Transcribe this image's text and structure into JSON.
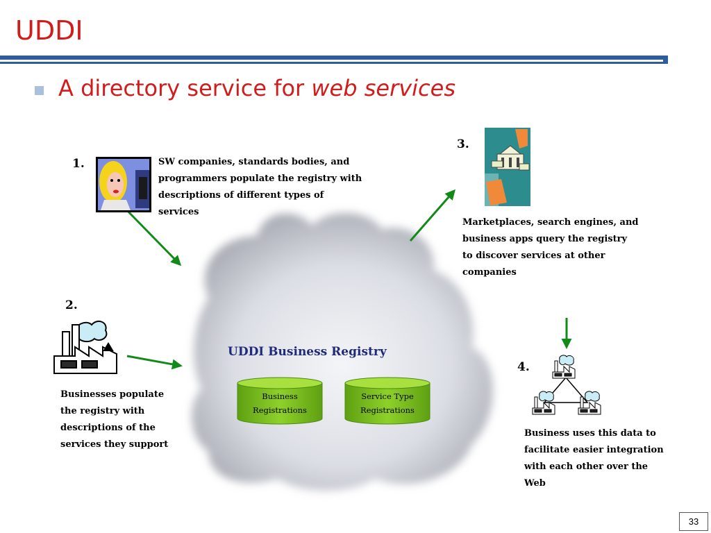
{
  "title": "UDDI",
  "bullet": {
    "prefix": "A directory service for ",
    "emphasis": "web services"
  },
  "steps": [
    {
      "number": "1.",
      "caption": [
        "SW companies, standards bodies, and",
        "programmers populate the registry with",
        "descriptions of different types of",
        "services"
      ]
    },
    {
      "number": "2.",
      "caption": [
        "Businesses populate",
        "the registry with",
        "descriptions of the",
        "services they support"
      ]
    },
    {
      "number": "3.",
      "caption": [
        "Marketplaces, search engines, and",
        "business apps query the registry",
        "to discover services at other",
        "companies"
      ]
    },
    {
      "number": "4.",
      "caption": [
        "Business uses this data to",
        "facilitate easier integration",
        "with each other over the",
        "Web"
      ]
    }
  ],
  "registry": {
    "title": "UDDI Business Registry",
    "databases": [
      {
        "line1": "Business",
        "line2": "Registrations"
      },
      {
        "line1": "Service Type",
        "line2": "Registrations"
      }
    ]
  },
  "icons": {
    "step1": "woman-at-computer-icon",
    "step2": "factory-icon",
    "step3": "hands-exchanging-money-icon",
    "step4": "factory-network-icon"
  },
  "colors": {
    "title": "#d21c1c",
    "rule": "#2f5d9c",
    "arrow": "#118a1a",
    "database": "#7dc11e",
    "registry_title": "#1f2a7a"
  },
  "page_number": "33"
}
